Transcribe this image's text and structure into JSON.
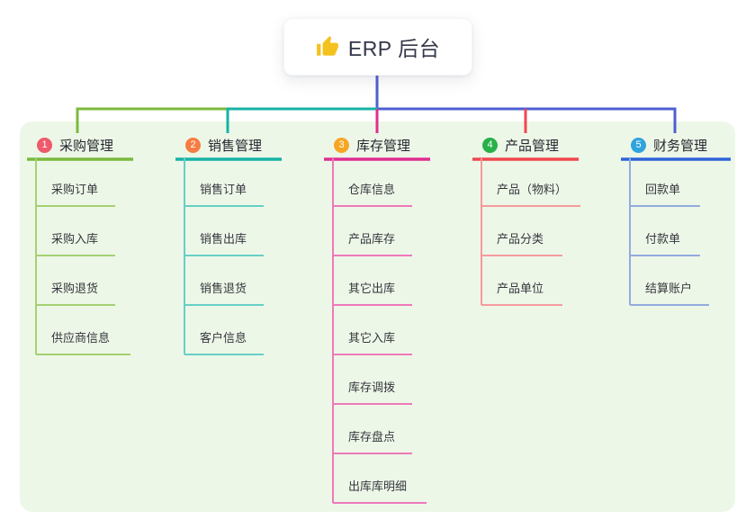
{
  "root": {
    "title": "ERP 后台",
    "icon": "thumbs-up-icon",
    "connector_color": "#4e5fd1"
  },
  "canvas": {
    "background_color": "#ffffff",
    "panel_color": "#edf7e8"
  },
  "branches": [
    {
      "badge": "1",
      "badge_color": "#ee5a6b",
      "label": "采购管理",
      "color": "#7cb93f",
      "light_color": "#a5d171",
      "children": [
        "采购订单",
        "采购入库",
        "采购退货",
        "供应商信息"
      ]
    },
    {
      "badge": "2",
      "badge_color": "#f67d42",
      "label": "销售管理",
      "color": "#17b3a5",
      "light_color": "#67cfc5",
      "children": [
        "销售订单",
        "销售出库",
        "销售退货",
        "客户信息"
      ]
    },
    {
      "badge": "3",
      "badge_color": "#f6a623",
      "label": "库存管理",
      "color": "#e02f90",
      "light_color": "#ee79ba",
      "children": [
        "仓库信息",
        "产品库存",
        "其它出库",
        "其它入库",
        "库存调拨",
        "库存盘点",
        "出库库明细"
      ]
    },
    {
      "badge": "4",
      "badge_color": "#27b148",
      "label": "产品管理",
      "color": "#f2474e",
      "light_color": "#f59a9d",
      "children": [
        "产品（物料）",
        "产品分类",
        "产品单位"
      ]
    },
    {
      "badge": "5",
      "badge_color": "#30a3dc",
      "label": "财务管理",
      "color": "#2e63d8",
      "light_color": "#93aade",
      "children": [
        "回款单",
        "付款单",
        "结算账户"
      ]
    }
  ]
}
